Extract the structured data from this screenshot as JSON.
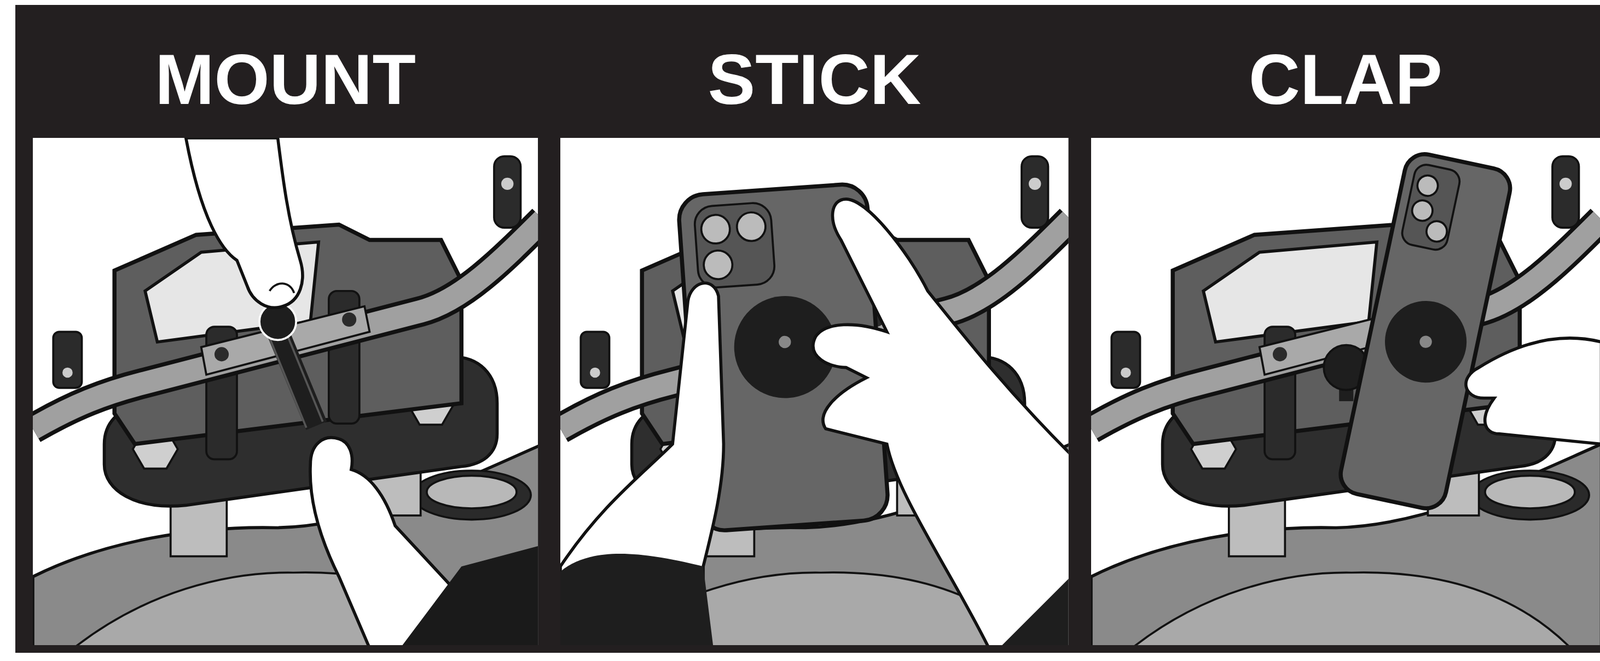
{
  "diagram": {
    "nodes": [
      {
        "text": [
          "MOUNT"
        ]
      },
      {
        "text": [
          "STICK"
        ]
      },
      {
        "text": [
          "CLAP"
        ]
      }
    ]
  }
}
